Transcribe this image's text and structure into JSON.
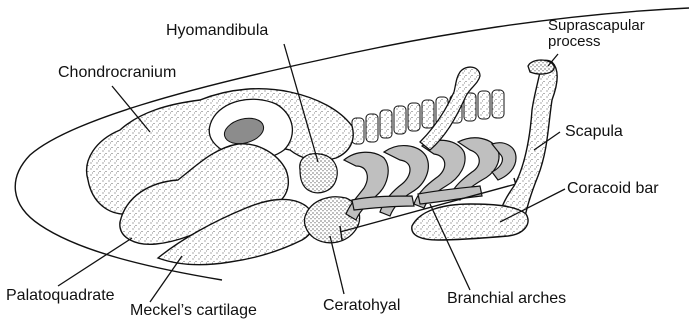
{
  "labels": {
    "hyomandibula": "Hyomandibula",
    "chondrocranium": "Chondrocranium",
    "suprascapular_line1": "Suprascapular",
    "suprascapular_line2": "process",
    "scapula": "Scapula",
    "coracoid_bar": "Coracoid bar",
    "palatoquadrate": "Palatoquadrate",
    "meckels_cartilage": "Meckel’s cartilage",
    "ceratohyal": "Ceratohyal",
    "branchial_arches": "Branchial arches"
  },
  "colors": {
    "outline": "#111111",
    "cartilage_fill": "#ffffff",
    "branchial_fill": "#bfbfbf",
    "eye_fill": "#8c8c8c"
  }
}
